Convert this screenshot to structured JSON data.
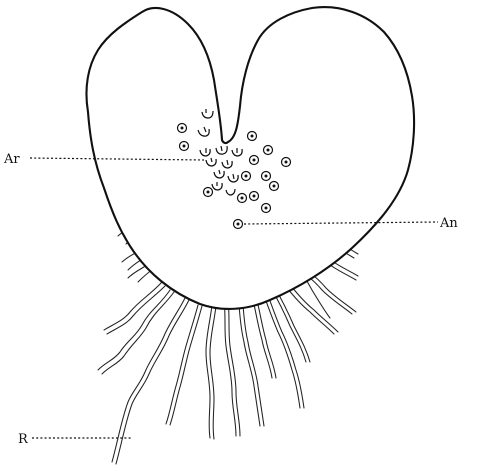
{
  "labels": {
    "archegonia": "Ar",
    "antheridia": "An",
    "rhizoids": "R"
  },
  "colors": {
    "ink": "#111111",
    "background": "#ffffff"
  }
}
